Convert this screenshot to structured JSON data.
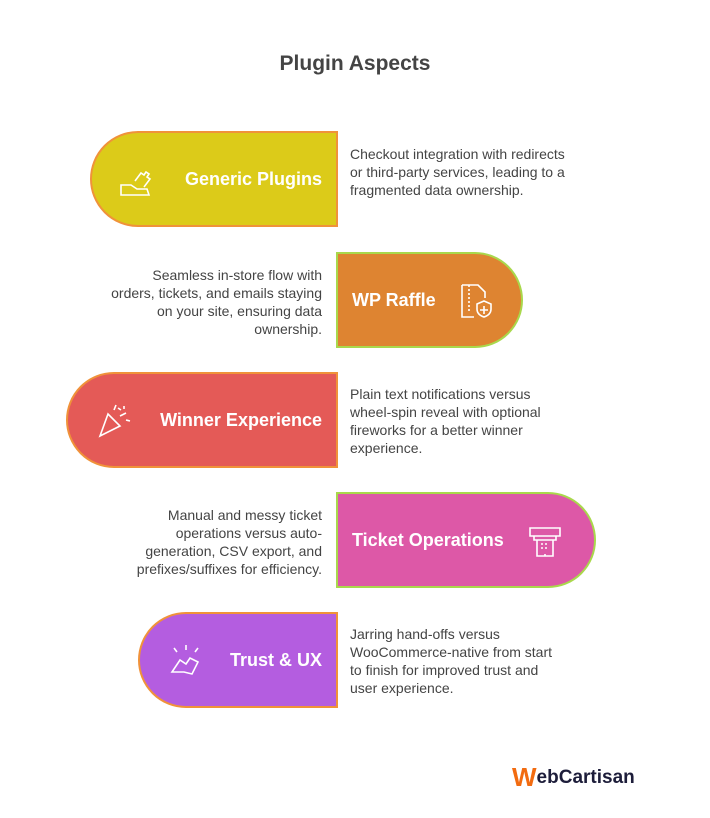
{
  "title": "Plugin Aspects",
  "rows": [
    {
      "label": "Generic Plugins",
      "desc": "Checkout integration with redirects or third-party services, leading to a fragmented data ownership.",
      "color": "#dccb19",
      "icon": "puzzle-hand-icon"
    },
    {
      "label": "WP Raffle",
      "desc": "Seamless in-store flow with orders, tickets, and emails staying on your site, ensuring data ownership.",
      "color": "#de8431",
      "icon": "document-shield-icon"
    },
    {
      "label": "Winner Experience",
      "desc": "Plain text notifications versus wheel-spin reveal with optional fireworks for a better winner experience.",
      "color": "#e45a57",
      "icon": "party-popper-icon"
    },
    {
      "label": "Ticket Operations",
      "desc": "Manual and messy ticket operations versus auto-generation, CSV export, and prefixes/suffixes for efficiency.",
      "color": "#dd58a7",
      "icon": "ticket-machine-icon"
    },
    {
      "label": "Trust & UX",
      "desc": "Jarring hand-offs versus WooCommerce-native from start to finish for improved trust and user experience.",
      "color": "#b45de0",
      "icon": "handshake-icon"
    }
  ],
  "logo": {
    "prefix": "W",
    "text": "ebCartisan"
  }
}
